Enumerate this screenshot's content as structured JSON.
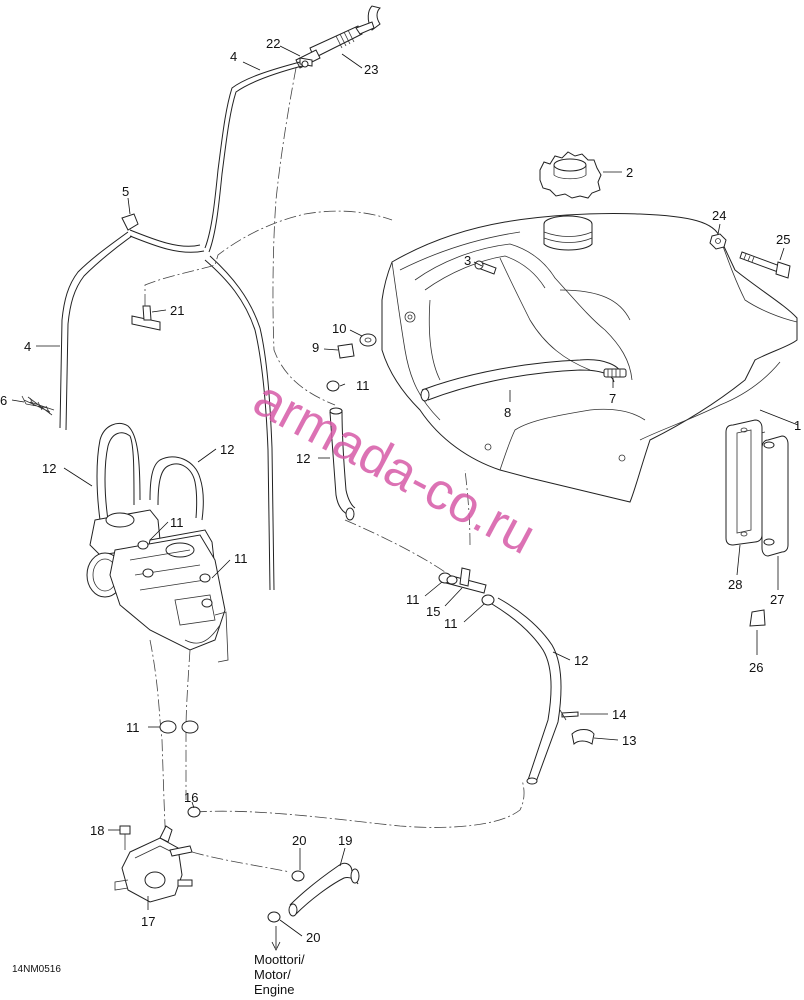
{
  "callouts": {
    "c1": "1",
    "c2": "2",
    "c3": "3",
    "c4a": "4",
    "c4b": "4",
    "c5": "5",
    "c6": "6",
    "c7": "7",
    "c8": "8",
    "c9": "9",
    "c10": "10",
    "c11a": "11",
    "c11b": "11",
    "c11c": "11",
    "c11d": "11",
    "c11e": "11",
    "c11f": "11",
    "c11g": "11",
    "c12a": "12",
    "c12b": "12",
    "c12c": "12",
    "c12d": "12",
    "c13": "13",
    "c14": "14",
    "c15": "15",
    "c16": "16",
    "c17": "17",
    "c18": "18",
    "c19": "19",
    "c20a": "20",
    "c20b": "20",
    "c21": "21",
    "c22": "22",
    "c23": "23",
    "c24": "24",
    "c25": "25",
    "c26": "26",
    "c27": "27",
    "c28": "28"
  },
  "engine_label": {
    "line1": "Moottori/",
    "line2": "Motor/",
    "line3": "Engine"
  },
  "figure_code": "14NM0516",
  "watermark": "armada-co.ru",
  "colors": {
    "watermark": "#d65aa8",
    "line": "#222222"
  }
}
